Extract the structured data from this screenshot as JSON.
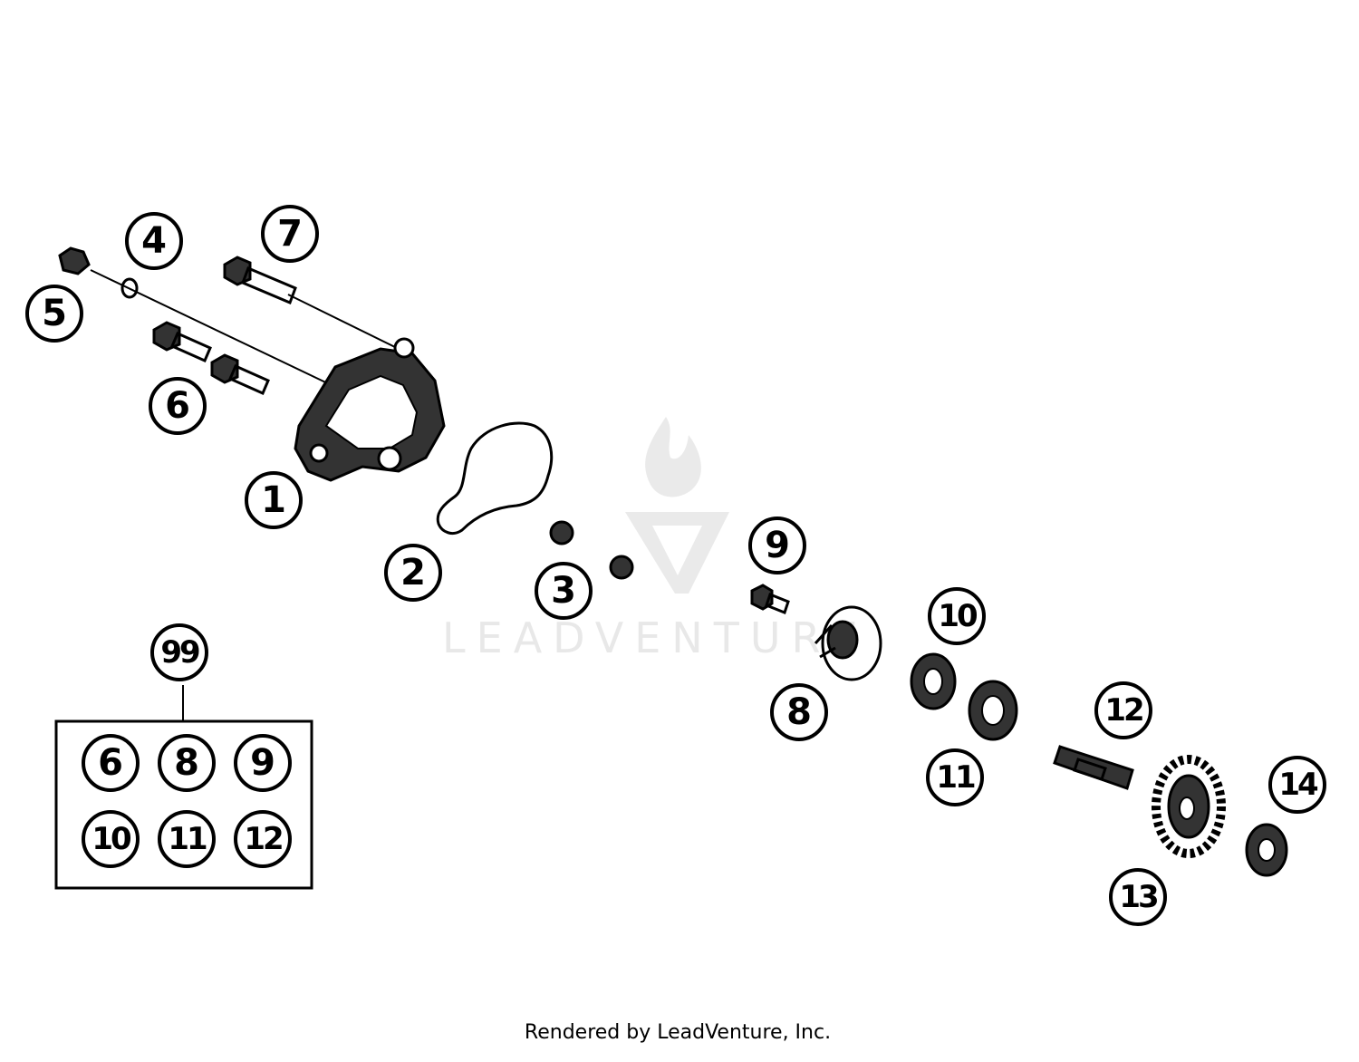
{
  "callouts": [
    {
      "id": "1",
      "label": "1"
    },
    {
      "id": "2",
      "label": "2"
    },
    {
      "id": "3",
      "label": "3"
    },
    {
      "id": "4",
      "label": "4"
    },
    {
      "id": "5",
      "label": "5"
    },
    {
      "id": "6",
      "label": "6"
    },
    {
      "id": "7",
      "label": "7"
    },
    {
      "id": "8",
      "label": "8"
    },
    {
      "id": "9",
      "label": "9"
    },
    {
      "id": "10",
      "label": "10"
    },
    {
      "id": "11",
      "label": "11"
    },
    {
      "id": "12",
      "label": "12"
    },
    {
      "id": "13",
      "label": "13"
    },
    {
      "id": "14",
      "label": "14"
    },
    {
      "id": "99",
      "label": "99"
    }
  ],
  "kit": {
    "label": "99",
    "contents": [
      "6",
      "8",
      "9",
      "10",
      "11",
      "12"
    ]
  },
  "watermark": "LEADVENTURE",
  "footer": "Rendered by LeadVenture, Inc."
}
